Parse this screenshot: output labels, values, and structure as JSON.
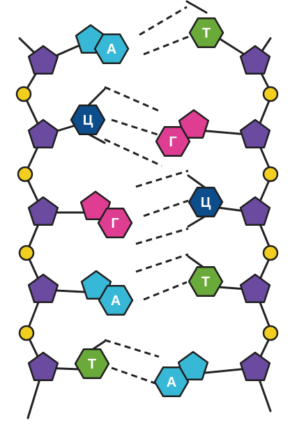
{
  "colors": {
    "sugar": "#6b4ba0",
    "phosphate": "#f2cf1f",
    "adenine": "#37b8d6",
    "guanine": "#de3d92",
    "thymine": "#6aaa3a",
    "cytosine": "#0e4d8c",
    "line": "#222222"
  },
  "pairs": [
    {
      "left": {
        "letter": "А",
        "kind": "purine",
        "color_key": "adenine"
      },
      "right": {
        "letter": "Т",
        "kind": "pyrimidine",
        "color_key": "thymine"
      },
      "bonds": 2
    },
    {
      "left": {
        "letter": "Ц",
        "kind": "pyrimidine",
        "color_key": "cytosine"
      },
      "right": {
        "letter": "Г",
        "kind": "purine",
        "color_key": "guanine"
      },
      "bonds": 3
    },
    {
      "left": {
        "letter": "Г",
        "kind": "purine",
        "color_key": "guanine"
      },
      "right": {
        "letter": "Ц",
        "kind": "pyrimidine",
        "color_key": "cytosine"
      },
      "bonds": 3
    },
    {
      "left": {
        "letter": "А",
        "kind": "purine",
        "color_key": "adenine"
      },
      "right": {
        "letter": "Т",
        "kind": "pyrimidine",
        "color_key": "thymine"
      },
      "bonds": 2
    },
    {
      "left": {
        "letter": "Т",
        "kind": "pyrimidine",
        "color_key": "thymine"
      },
      "right": {
        "letter": "А",
        "kind": "purine",
        "color_key": "adenine"
      },
      "bonds": 2
    }
  ]
}
